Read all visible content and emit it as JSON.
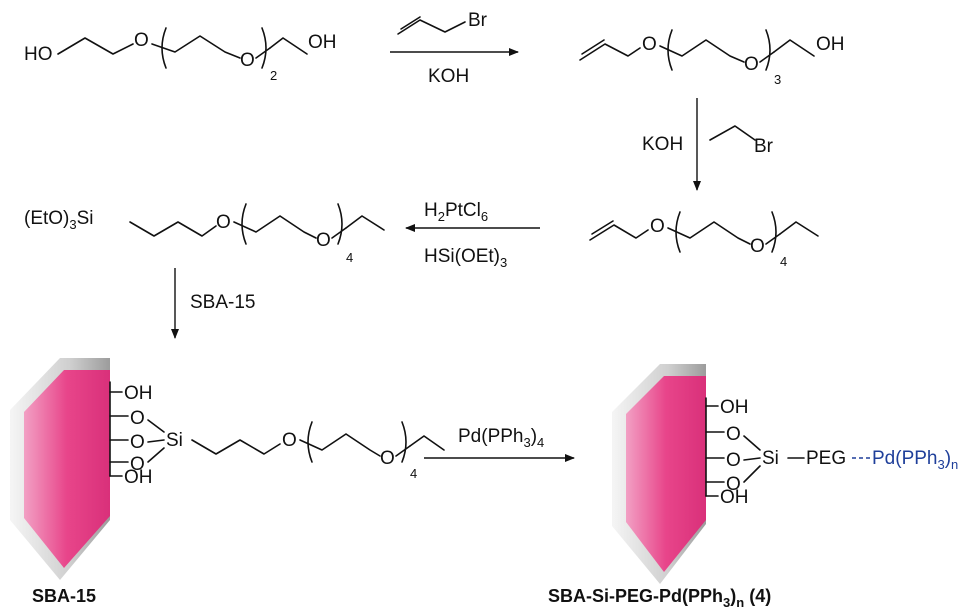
{
  "reagents": {
    "step1_top": "Br",
    "step1_bottom": "KOH",
    "step2_left": "KOH",
    "step2_right": "Br",
    "step3_top_main": "H",
    "step3_top_sub1": "2",
    "step3_top_mid": "PtCl",
    "step3_top_sub2": "6",
    "step3_bottom_main": "HSi(OEt)",
    "step3_bottom_sub": "3",
    "step4": "SBA-15",
    "step5_main": "Pd(PPh",
    "step5_sub": "3",
    "step5_tail": ")",
    "step5_sub2": "4"
  },
  "compounds": {
    "c1": {
      "left": "HO",
      "o1": "O",
      "o2": "O",
      "right": "OH",
      "n": "2"
    },
    "c2": {
      "o1": "O",
      "o2": "O",
      "right": "OH",
      "n": "3"
    },
    "c3": {
      "o1": "O",
      "o2": "O",
      "n": "4"
    },
    "c4": {
      "left_main": "(EtO)",
      "left_sub": "3",
      "left_tail": "Si",
      "o1": "O",
      "o2": "O",
      "n": "4"
    },
    "c5": {
      "oh_top": "OH",
      "o_a": "O",
      "o_b": "O",
      "o_c": "O",
      "si": "Si",
      "oh_bottom": "OH",
      "o1": "O",
      "o2": "O",
      "n": "4"
    },
    "c6": {
      "oh_top": "OH",
      "o_a": "O",
      "o_b": "O",
      "o_c": "O",
      "si": "Si",
      "peg": "PEG",
      "pd_main": "Pd(PPh",
      "pd_sub": "3",
      "pd_tail": ")",
      "pd_sub2": "n",
      "oh_bottom": "OH"
    }
  },
  "labels": {
    "left_main": "SBA-15",
    "right_main": "SBA-Si-PEG-Pd(PPh",
    "right_sub": "3",
    "right_tail": ")",
    "right_sub2": "n",
    "right_num": " (4)"
  },
  "colors": {
    "silica_pink": "#e8458a",
    "frame_gray": "#c9c9c9",
    "catalyst_blue": "#1f3f9a"
  }
}
